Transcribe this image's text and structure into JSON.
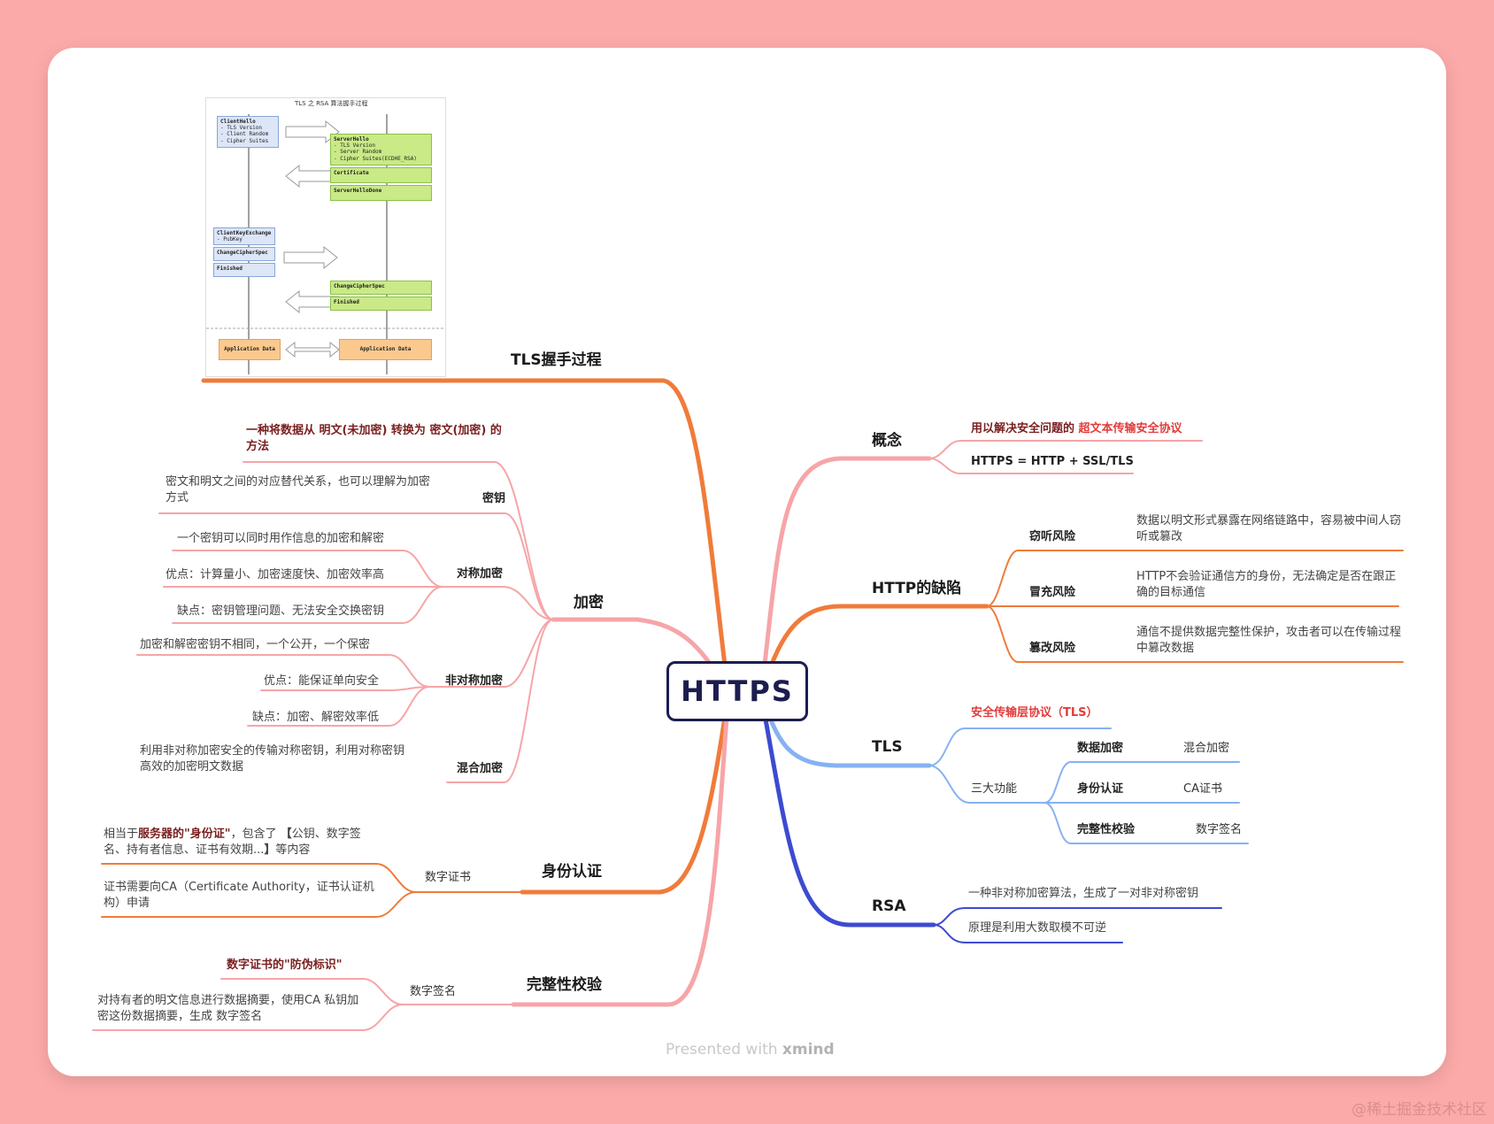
{
  "center": "HTTPS",
  "colors": {
    "background": "#fcaaa9",
    "orange": "#f07b3a",
    "pink": "#f6a5a8",
    "lightblue": "#86b2f2",
    "blue": "#3c4bd1",
    "red_accent": "#e23c3c"
  },
  "tls_figure": {
    "title": "TLS 之 RSA 算法握手过程",
    "client_hello": [
      "ClientHello",
      "- TLS Version",
      "- Client Random",
      "- Cipher Suites"
    ],
    "server_hello": [
      "ServerHello",
      "- TLS Version",
      "- Server Random",
      "- Cipher Suites(ECDHE_RSA)"
    ],
    "certificate": "Certificate",
    "server_hello_done": "ServerHelloDone",
    "client_key_exchange": [
      "ClientKeyExchange",
      "- PubKey"
    ],
    "change_cipher_spec": "ChangeCipherSpec",
    "finished": "Finished",
    "app_data": "Application Data"
  },
  "left": {
    "tls": {
      "title": "TLS握手过程"
    },
    "encrypt": {
      "title": "加密",
      "definition": "一种将数据从 明文(未加密) 转换为 密文(加密) 的方法",
      "key": {
        "label": "密钥",
        "desc": "密文和明文之间的对应替代关系，也可以理解为加密方式"
      },
      "symmetric": {
        "label": "对称加密",
        "items": [
          "一个密钥可以同时用作信息的加密和解密",
          "优点：计算量小、加密速度快、加密效率高",
          "缺点：密钥管理问题、无法安全交换密钥"
        ]
      },
      "asymmetric": {
        "label": "非对称加密",
        "items": [
          "加密和解密密钥不相同，一个公开，一个保密",
          "优点：能保证单向安全",
          "缺点：加密、解密效率低"
        ]
      },
      "hybrid": {
        "label": "混合加密",
        "desc": "利用非对称加密安全的传输对称密钥，利用对称密钥高效的加密明文数据"
      }
    },
    "auth": {
      "title": "身份认证",
      "cert": "数字证书",
      "desc1_pre": "相当于",
      "desc1_bold": "服务器的\"身份证\"",
      "desc1_mid": "，包含了 ",
      "desc1_bold2": "【",
      "desc1_post": "公钥、数字签名、持有者信息、证书有效期...",
      "desc1_end": "】",
      "desc1_tail": "等内容",
      "desc2": "证书需要向CA（Certificate Authority，证书认证机构）申请"
    },
    "integrity": {
      "title": "完整性校验",
      "sig": "数字签名",
      "desc1": "数字证书的\"防伪标识\"",
      "desc2": "对持有者的明文信息进行数据摘要，使用CA 私钥加密这份数据摘要，生成 数字签名"
    }
  },
  "right": {
    "concept": {
      "title": "概念",
      "line1_pre": "用以解决安全问题的 ",
      "line1_red": "超文本传输安全协议",
      "line2": "HTTPS = HTTP + SSL/TLS"
    },
    "defects": {
      "title": "HTTP的缺陷",
      "items": [
        {
          "label": "窃听风险",
          "desc": "数据以明文形式暴露在网络链路中，容易被中间人窃听或篡改"
        },
        {
          "label": "冒充风险",
          "desc": "HTTP不会验证通信方的身份，无法确定是否在跟正确的目标通信"
        },
        {
          "label": "篡改风险",
          "desc": "通信不提供数据完整性保护，攻击者可以在传输过程中篡改数据"
        }
      ]
    },
    "tls": {
      "title": "TLS",
      "protocol": "安全传输层协议（TLS）",
      "three": "三大功能",
      "functions": [
        {
          "label": "数据加密",
          "value": "混合加密"
        },
        {
          "label": "身份认证",
          "value": "CA证书"
        },
        {
          "label": "完整性校验",
          "value": "数字签名"
        }
      ]
    },
    "rsa": {
      "title": "RSA",
      "items": [
        "一种非对称加密算法，生成了一对非对称密钥",
        "原理是利用大数取模不可逆"
      ]
    }
  },
  "footer": {
    "prefix": "Presented with ",
    "brand": "xmind"
  },
  "watermark": "@稀土掘金技术社区"
}
